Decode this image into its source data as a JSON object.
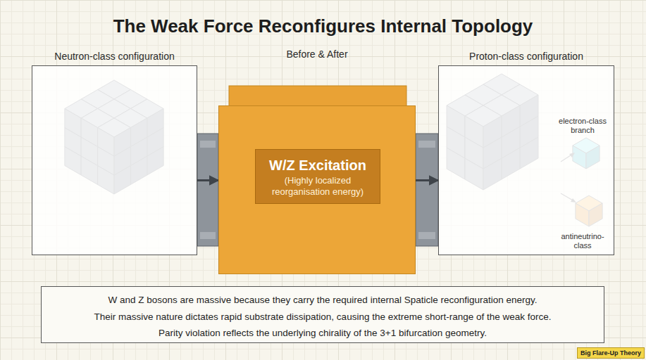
{
  "diagram": {
    "title": "The Weak Force Reconfigures Internal Topology",
    "nodes": [
      {
        "text": [
          "Neutron-class configuration"
        ]
      },
      {
        "text": [
          "Before & After"
        ]
      },
      {
        "text": [
          "W/Z Excitation",
          "(Highly localized reorganisation energy)"
        ],
        "in": 1
      },
      {
        "text": [
          "Proton-class configuration"
        ]
      },
      {
        "text": [
          "W and Z bosons are massive because they carry the required internal Spaticle reconfiguration energy.",
          "Their massive nature dictates rapid substrate dissipation, causing the extreme short-range of the weak force.",
          "Parity violation reflects the underlying chirality of the 3+1 bifurcation geometry."
        ]
      }
    ],
    "edges": [
      {
        "from": 0,
        "to": 1,
        "arrow": "to"
      },
      {
        "from": 1,
        "to": 3,
        "arrow": "to"
      }
    ],
    "labels": [
      "electron-class branch",
      "antineutrino-class",
      "Big Flare-Up Theory"
    ]
  }
}
